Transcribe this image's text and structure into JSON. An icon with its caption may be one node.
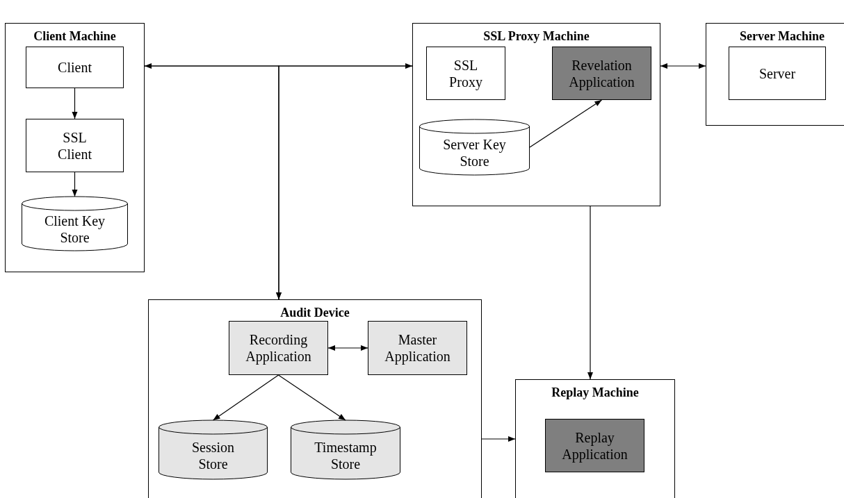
{
  "diagram": {
    "nodes": [
      {
        "text": [
          "Client Machine"
        ]
      },
      {
        "text": [
          "Client"
        ],
        "in": 0
      },
      {
        "text": [
          "SSL Client"
        ],
        "in": 0
      },
      {
        "text": [
          "Client Key Store"
        ],
        "in": 0
      },
      {
        "text": [
          "SSL Proxy Machine"
        ]
      },
      {
        "text": [
          "SSL Proxy"
        ],
        "in": 4
      },
      {
        "text": [
          "Revelation Application"
        ],
        "in": 4
      },
      {
        "text": [
          "Server Key Store"
        ],
        "in": 4
      },
      {
        "text": [
          "Server Machine"
        ]
      },
      {
        "text": [
          "Server"
        ],
        "in": 8
      },
      {
        "text": [
          "Audit Device"
        ]
      },
      {
        "text": [
          "Recording Application"
        ],
        "in": 10
      },
      {
        "text": [
          "Master Application"
        ],
        "in": 10
      },
      {
        "text": [
          "Session Store"
        ],
        "in": 10
      },
      {
        "text": [
          "Timestamp Store"
        ],
        "in": 10
      },
      {
        "text": [
          "Replay Machine"
        ]
      },
      {
        "text": [
          "Replay Application"
        ],
        "in": 15
      }
    ],
    "edges": [
      {
        "from": 0,
        "to": 4,
        "arrow": "both"
      },
      {
        "from": 0,
        "to": 10,
        "arrow": "to"
      },
      {
        "from": 4,
        "to": 10,
        "arrow": "to"
      },
      {
        "from": 1,
        "to": 2,
        "arrow": "to"
      },
      {
        "from": 2,
        "to": 3,
        "arrow": "to"
      },
      {
        "from": 7,
        "to": 6,
        "arrow": "to"
      },
      {
        "from": 4,
        "to": 8,
        "arrow": "both"
      },
      {
        "from": 4,
        "to": 15,
        "arrow": "to"
      },
      {
        "from": 11,
        "to": 12,
        "arrow": "both"
      },
      {
        "from": 11,
        "to": 13,
        "arrow": "to"
      },
      {
        "from": 11,
        "to": 14,
        "arrow": "to"
      },
      {
        "from": 10,
        "to": 15,
        "arrow": "to"
      }
    ]
  }
}
